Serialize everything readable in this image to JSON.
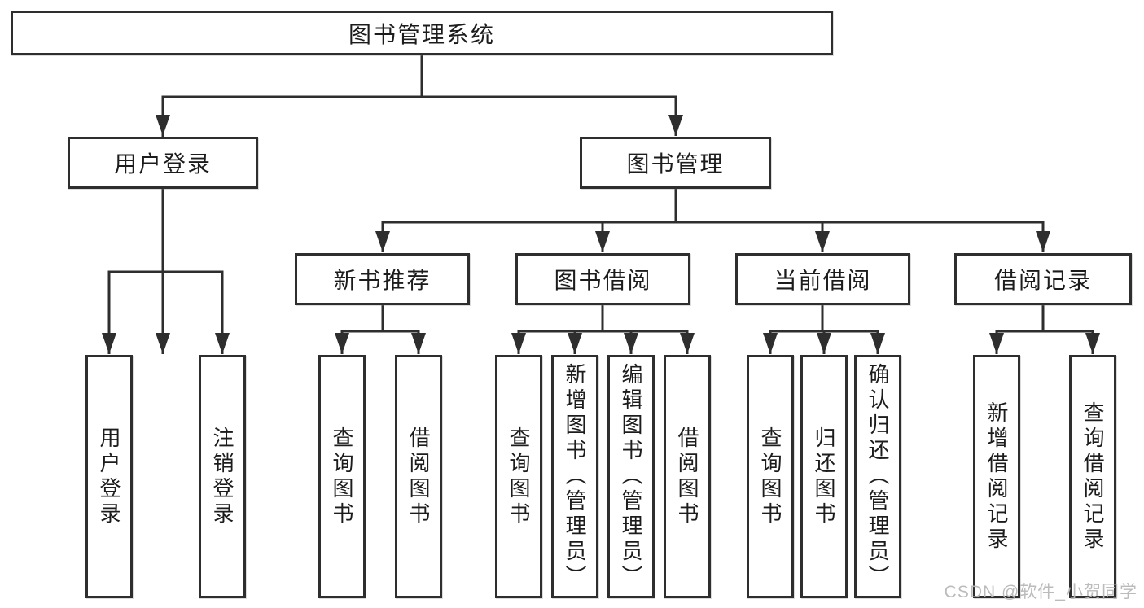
{
  "diagram_type": "function-structure-tree",
  "colors": {
    "line": "#2e2e2e",
    "box_border": "#2e2e2e",
    "text": "#1c1c1c",
    "background": "#ffffff",
    "watermark": "#b7b7b7"
  },
  "tree": {
    "label": "图书管理系统",
    "children": [
      {
        "label": "用户登录",
        "children": [
          {
            "label": "用户登录"
          },
          {
            "label": "注销登录"
          }
        ]
      },
      {
        "label": "图书管理",
        "children": [
          {
            "label": "新书推荐",
            "children": [
              {
                "label": "查询图书"
              },
              {
                "label": "借阅图书"
              }
            ]
          },
          {
            "label": "图书借阅",
            "children": [
              {
                "label": "查询图书"
              },
              {
                "label": "新增图书（管理员）"
              },
              {
                "label": "编辑图书（管理员）"
              },
              {
                "label": "借阅图书"
              }
            ]
          },
          {
            "label": "当前借阅",
            "children": [
              {
                "label": "查询图书"
              },
              {
                "label": "归还图书"
              },
              {
                "label": "确认归还（管理员）"
              }
            ]
          },
          {
            "label": "借阅记录",
            "children": [
              {
                "label": "新增借阅记录"
              },
              {
                "label": "查询借阅记录"
              }
            ]
          }
        ]
      }
    ]
  },
  "watermark": {
    "text": "CSDN @软件_小贺同学"
  }
}
